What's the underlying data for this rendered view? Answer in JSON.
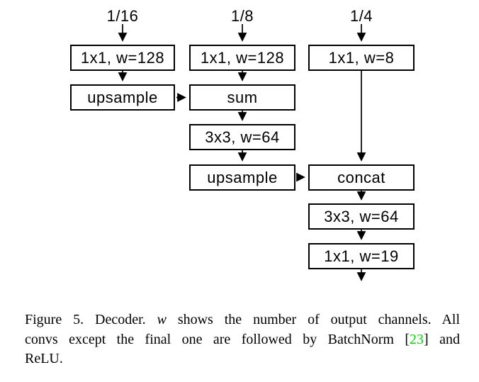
{
  "figure": {
    "diagram": {
      "columns": [
        {
          "scale": "1/16",
          "nodes": {
            "conv": "1x1, w=128",
            "upsample": "upsample"
          }
        },
        {
          "scale": "1/8",
          "nodes": {
            "conv": "1x1, w=128",
            "sum": "sum",
            "conv2": "3x3, w=64",
            "upsample": "upsample"
          }
        },
        {
          "scale": "1/4",
          "nodes": {
            "conv": "1x1, w=8",
            "concat": "concat",
            "conv2": "3x3, w=64",
            "conv3": "1x1, w=19"
          }
        }
      ],
      "line_color": "#000000",
      "box_fill": "#ffffff"
    },
    "caption": {
      "line1": {
        "pre": "Figure 5. Decoder. ",
        "variable": "w",
        "post": " shows the number of output channels. All"
      },
      "line2": {
        "pre": "convs except the final one are followed by BatchNorm [",
        "citation": "23",
        "post": "] and"
      },
      "line3": "ReLU.",
      "citation_color": "#00dd00"
    }
  }
}
